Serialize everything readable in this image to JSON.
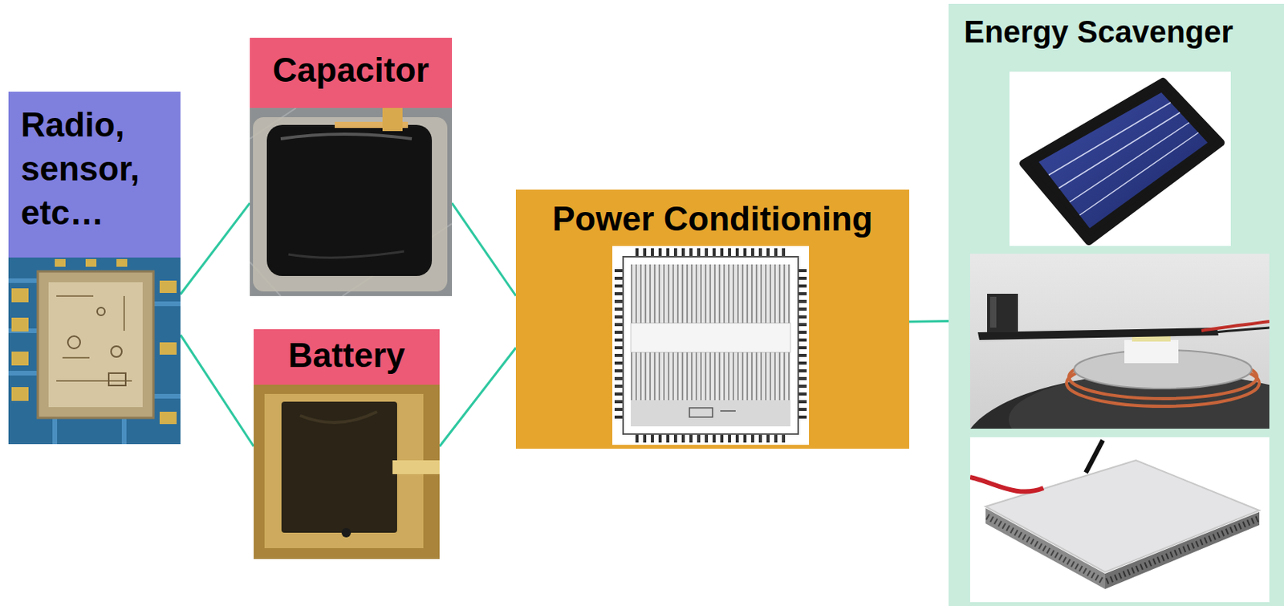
{
  "diagram": {
    "nodes": [
      {
        "text": [
          "Radio, sensor, etc…"
        ]
      },
      {
        "text": [
          "Capacitor"
        ]
      },
      {
        "text": [
          "Battery"
        ]
      },
      {
        "text": [
          "Power Conditioning"
        ]
      },
      {
        "text": [
          "Energy Scavenger"
        ]
      }
    ],
    "edges": [
      {
        "from": 0,
        "to": 1,
        "arrow": "none"
      },
      {
        "from": 0,
        "to": 2,
        "arrow": "none"
      },
      {
        "from": 1,
        "to": 3,
        "arrow": "none"
      },
      {
        "from": 2,
        "to": 3,
        "arrow": "none"
      },
      {
        "from": 3,
        "to": 4,
        "arrow": "none"
      }
    ]
  }
}
